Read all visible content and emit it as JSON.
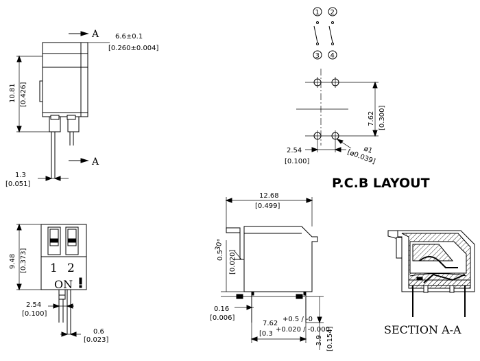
{
  "title": "P.C.B LAYOUT",
  "section_label": "SECTION  A-A",
  "top_view": {
    "section_mark": "A",
    "width_mm": "6.6±0.1",
    "width_in": "[0.260±0.004]",
    "height_mm": "10.81",
    "height_in": "[0.426]",
    "pin_mm": "1.3",
    "pin_in": "[0.051]"
  },
  "pcb_layout": {
    "switch_numbers": [
      "1",
      "2",
      "3",
      "4"
    ],
    "row_pitch_mm": "7.62",
    "row_pitch_in": "[0.300]",
    "col_pitch_mm": "2.54",
    "col_pitch_in": "[0.100]",
    "hole_mm": "ø1",
    "hole_in": "[ø0.039]"
  },
  "front_view": {
    "height_mm": "9.48",
    "height_in": "[0.373]",
    "pos_labels": [
      "1",
      "2"
    ],
    "on_label": "ON",
    "pitch_mm": "2.54",
    "pitch_in": "[0.100]",
    "pin_mm": "0.6",
    "pin_in": "[0.023]"
  },
  "side_view": {
    "length_mm": "12.68",
    "length_in": "[0.499]",
    "angle_label": "30°",
    "standoff_mm": "0.5",
    "standoff_in": "[0.020]",
    "gap_mm": "0.16",
    "gap_in": "[0.006]",
    "row_mm": "7.62",
    "row_tol_mm": "+0.5 / -0",
    "row_in": "[0.3",
    "row_tol_in": "+0.020 / -0.000",
    "pin_len_mm": "3.9",
    "pin_len_in": "[0.154]"
  }
}
